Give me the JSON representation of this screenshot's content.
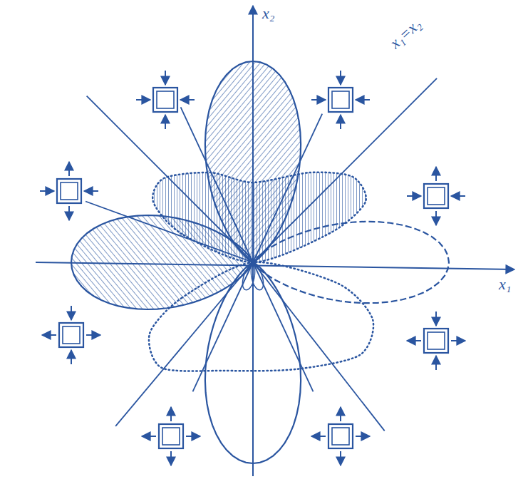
{
  "diagram": {
    "labels": [
      "x₂",
      "x₁",
      "x₁=x₂"
    ]
  }
}
